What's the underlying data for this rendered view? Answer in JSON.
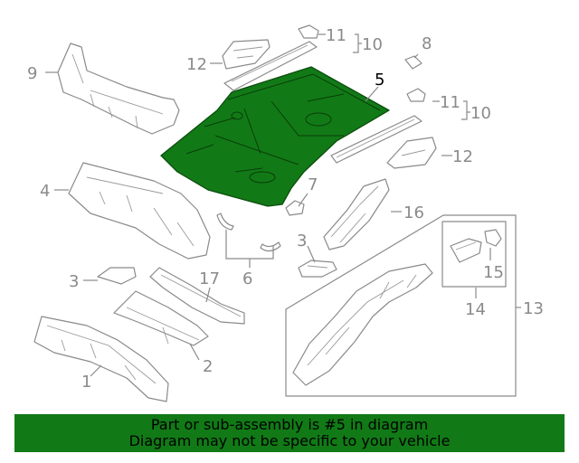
{
  "callouts": {
    "c1": "1",
    "c2": "2",
    "c3a": "3",
    "c3b": "3",
    "c4": "4",
    "c5": "5",
    "c6": "6",
    "c7": "7",
    "c8": "8",
    "c9": "9",
    "c10a": "10",
    "c10b": "10",
    "c11a": "11",
    "c11b": "11",
    "c12a": "12",
    "c12b": "12",
    "c13": "13",
    "c14": "14",
    "c15": "15",
    "c16": "16",
    "c17": "17"
  },
  "highlight": {
    "part_number": "5",
    "color": "#117a16"
  },
  "banner": {
    "line1": "Part or sub-assembly is #5 in diagram",
    "line2": "Diagram may not be specific to your vehicle"
  }
}
